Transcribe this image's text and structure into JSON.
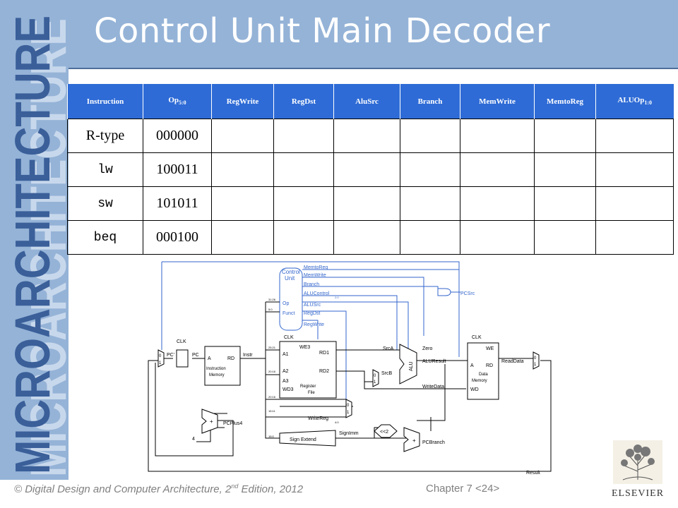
{
  "side_title": "MICROARCHITECTURE",
  "title": "Control Unit Main Decoder",
  "table": {
    "headers": [
      "Instruction",
      "Op",
      "RegWrite",
      "RegDst",
      "AluSrc",
      "Branch",
      "MemWrite",
      "MemtoReg",
      "ALUOp"
    ],
    "op_sub": "5:0",
    "aluop_sub": "1:0",
    "rows": [
      [
        "R-type",
        "000000",
        "",
        "",
        "",
        "",
        "",
        "",
        ""
      ],
      [
        "lw",
        "100011",
        "",
        "",
        "",
        "",
        "",
        "",
        ""
      ],
      [
        "sw",
        "101011",
        "",
        "",
        "",
        "",
        "",
        "",
        ""
      ],
      [
        "beq",
        "000100",
        "",
        "",
        "",
        "",
        "",
        "",
        ""
      ]
    ]
  },
  "diagram": {
    "control_unit": "Control",
    "control_unit2": "Unit",
    "op": "Op",
    "funct": "Funct",
    "signals": [
      "MemtoReg",
      "MemWrite",
      "Branch",
      "ALUControl",
      "ALUSrc",
      "RegDst",
      "RegWrite"
    ],
    "aluc_bits": "2:0",
    "pcsrc": "PCSrc",
    "clk": "CLK",
    "pc_prime": "PC'",
    "pc": "PC",
    "a": "A",
    "rd": "RD",
    "instr_mem1": "Instruction",
    "instr_mem2": "Memory",
    "instr": "Instr",
    "we3": "WE3",
    "a1": "A1",
    "a2": "A2",
    "a3": "A3",
    "wd3": "WD3",
    "rd1": "RD1",
    "rd2": "RD2",
    "reg1": "Register",
    "reg2": "File",
    "srca": "SrcA",
    "srcb": "SrcB",
    "zero": "Zero",
    "alu": "ALU",
    "aluresult": "ALUResult",
    "writedata": "WriteData",
    "we": "WE",
    "data_mem1": "Data",
    "data_mem2": "Memory",
    "wd": "WD",
    "readdata": "ReadData",
    "writereg": "WriteReg",
    "writereg_bits": "4:0",
    "signimm": "SignImm",
    "sign_extend": "Sign Extend",
    "shift": "<<2",
    "pcplus4": "PCPlus4",
    "four": "4",
    "pcbranch": "PCBranch",
    "result": "Result",
    "plus": "+",
    "zero_sel": "0",
    "one_sel": "1",
    "bits_31_26": "31:26",
    "bits_5_0": "5:0",
    "bits_25_21": "25:21",
    "bits_20_16": "20:16",
    "bits_20_16b": "20:16",
    "bits_15_11": "15:11",
    "bits_15_0": "15:0"
  },
  "footer": {
    "left_prefix": "© Digital Design and Computer Architecture, 2",
    "left_sup": "nd",
    "left_suffix": " Edition, 2012",
    "chapter": "Chapter 7 <24>"
  },
  "logo_text": "ELSEVIER",
  "colors": {
    "title_bar": "#95b3d7",
    "table_header": "#2e6bd6",
    "side_band": "#95b3d7",
    "control_wire": "#3366cc"
  }
}
